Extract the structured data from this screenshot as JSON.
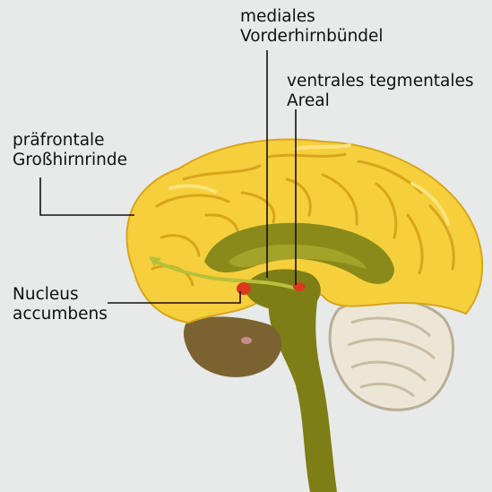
{
  "labels": {
    "medial_forebrain_bundle": {
      "line1": "mediales",
      "line2": "Vorderhirnbündel"
    },
    "ventral_tegmental_area": {
      "line1": "ventrales tegmentales",
      "line2": "Areal"
    },
    "prefrontal_cortex": {
      "line1": "präfrontale",
      "line2": "Großhirnrinde"
    },
    "nucleus_accumbens": {
      "line1": "Nucleus",
      "line2": "accumbens"
    }
  },
  "colors": {
    "background": "#e8e9e9",
    "cortex": "#f5cf3c",
    "cortex_highlight": "#fbe27a",
    "cortex_shadow": "#d9a51b",
    "brainstem": "#8a8a1a",
    "brainstem_dark": "#6f6f12",
    "cerebellum": "#ece6d6",
    "cerebellum_shadow": "#b9ad96",
    "temporal": "#7a6331",
    "pathway": "#b8c03a",
    "hotspot": "#d93a1e",
    "leader_line": "#111111"
  }
}
